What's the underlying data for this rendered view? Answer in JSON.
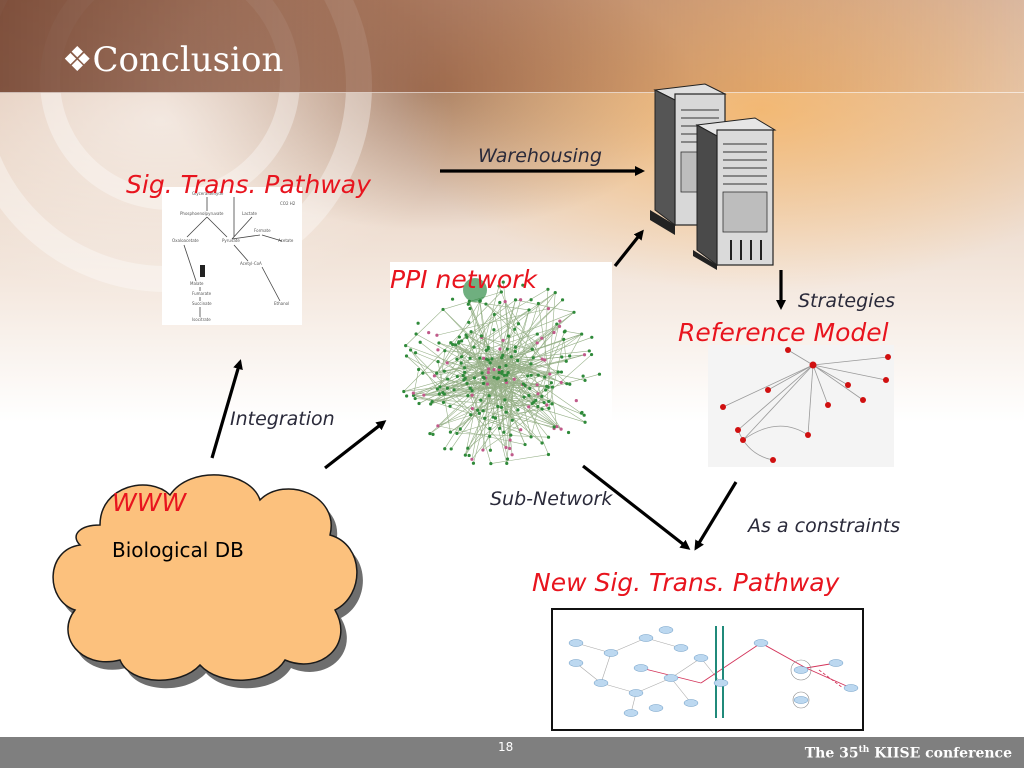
{
  "slide": {
    "title": "❖Conclusion",
    "page_number": "18",
    "footer": {
      "prefix": "The 35",
      "sup": "th",
      "suffix": " KIISE conference"
    }
  },
  "labels": {
    "sig_trans_pathway": "Sig. Trans. Pathway",
    "ppi_network": "PPI network",
    "reference_model": "Reference Model",
    "new_sig_trans_pathway": "New Sig. Trans. Pathway",
    "warehousing": "Warehousing",
    "strategies": "Strategies",
    "integration": "Integration",
    "sub_network": "Sub-Network",
    "as_a_constraints": "As a constraints",
    "www": "WWW",
    "biological_db": "Biological DB"
  },
  "colors": {
    "accent_red": "#e8141e",
    "cloud_fill": "#fcc17d",
    "footer_gray": "#7f7f7f"
  },
  "icons": {
    "servers": "server-tower-icon",
    "cloud": "cloud-shape"
  }
}
